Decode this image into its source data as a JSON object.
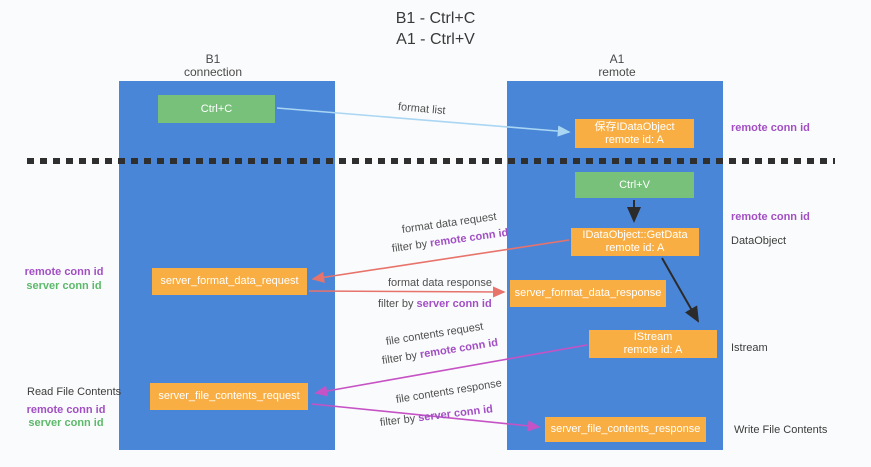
{
  "title": {
    "line1": "B1 - Ctrl+C",
    "line2": "A1 - Ctrl+V"
  },
  "columns": {
    "left": {
      "name": "B1",
      "role": "connection"
    },
    "right": {
      "name": "A1",
      "role": "remote"
    }
  },
  "nodes": {
    "ctrl_c": "Ctrl+C",
    "ctrl_v": "Ctrl+V",
    "save_idataobject": {
      "line1": "保存IDataObject",
      "line2": "remote id: A"
    },
    "getdata": {
      "line1": "IDataObject::GetData",
      "line2": "remote id: A"
    },
    "istream": {
      "line1": "IStream",
      "line2": "remote id: A"
    },
    "server_format_data_request": "server_format_data_request",
    "server_format_data_response": "server_format_data_response",
    "server_file_contents_request": "server_file_contents_request",
    "server_file_contents_response": "server_file_contents_response"
  },
  "labels": {
    "format_list": "format list",
    "format_data_request": "format data request",
    "format_data_response": "format data response",
    "file_contents_request": "file contents request",
    "file_contents_response": "file contents response",
    "filter_by": "filter by ",
    "remote_conn_id": "remote conn id",
    "server_conn_id": "server conn id"
  },
  "annotations": {
    "right_remote_conn_id_top": "remote conn id",
    "right_remote_conn_id_mid": "remote conn id",
    "data_object": "DataObject",
    "istream": "Istream",
    "write_file_contents": "Write File Contents",
    "read_file_contents": "Read File Contents",
    "left_remote_conn_id_1": "remote conn id",
    "left_server_conn_id_1": "server conn id",
    "left_remote_conn_id_2": "remote conn id",
    "left_server_conn_id_2": "server conn id"
  },
  "colors": {
    "lifeline_blue": "#4a86d8",
    "node_green": "#77c17a",
    "node_orange": "#f9ae43",
    "arrow_light_blue": "#a9d6f3",
    "arrow_red": "#e7736b",
    "arrow_magenta": "#c653c5",
    "arrow_black": "#2b2b2b",
    "text_purple": "#a24fc4",
    "text_green": "#5cb96a",
    "dash_line": "#2f2f2f"
  }
}
